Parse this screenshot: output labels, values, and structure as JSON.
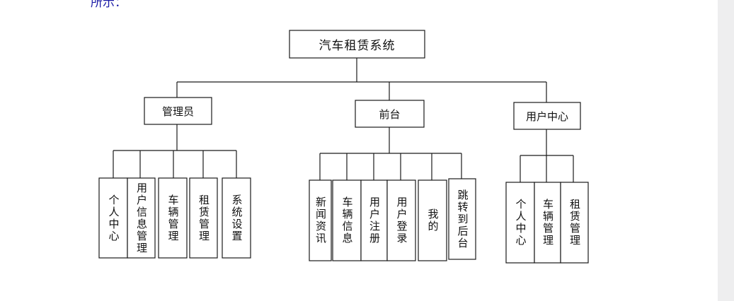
{
  "header": {
    "clipped_text": "所示："
  },
  "diagram": {
    "root": "汽车租赁系统",
    "groups": [
      {
        "label": "管理员",
        "children": [
          "个人中心",
          "用户信息管理",
          "车辆管理",
          "租赁管理",
          "系统设置"
        ]
      },
      {
        "label": "前台",
        "children": [
          "新闻资讯",
          "车辆信息",
          "用户注册",
          "用户登录",
          "我的",
          "跳转到后台"
        ]
      },
      {
        "label": "用户中心",
        "children": [
          "个人中心",
          "车辆管理",
          "租赁管理"
        ]
      }
    ]
  },
  "colors": {
    "line": "#1a1a1a",
    "box_fill": "#ffffff",
    "scrollbar": "#eeeeef"
  }
}
